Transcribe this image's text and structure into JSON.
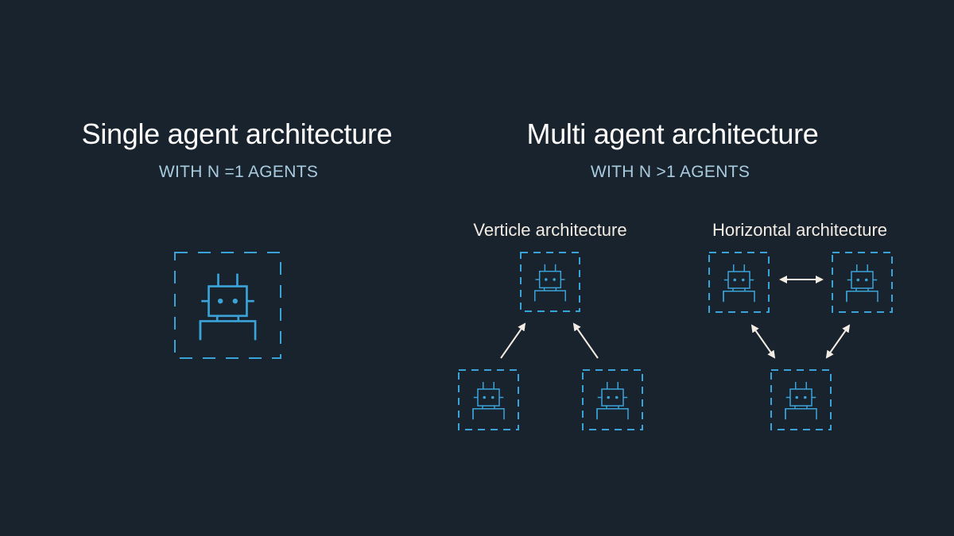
{
  "colors": {
    "background": "#18232d",
    "title": "#ffffff",
    "subtitle": "#a9cbe0",
    "agent": "#3aa3d8",
    "arrow": "#f3ece4"
  },
  "single": {
    "title": "Single agent architecture",
    "subtitle": "WITH N =1 AGENTS"
  },
  "multi": {
    "title": "Multi agent architecture",
    "subtitle": "WITH N >1 AGENTS",
    "vertical": {
      "label": "Verticle architecture"
    },
    "horizontal": {
      "label": "Horizontal architecture"
    }
  }
}
